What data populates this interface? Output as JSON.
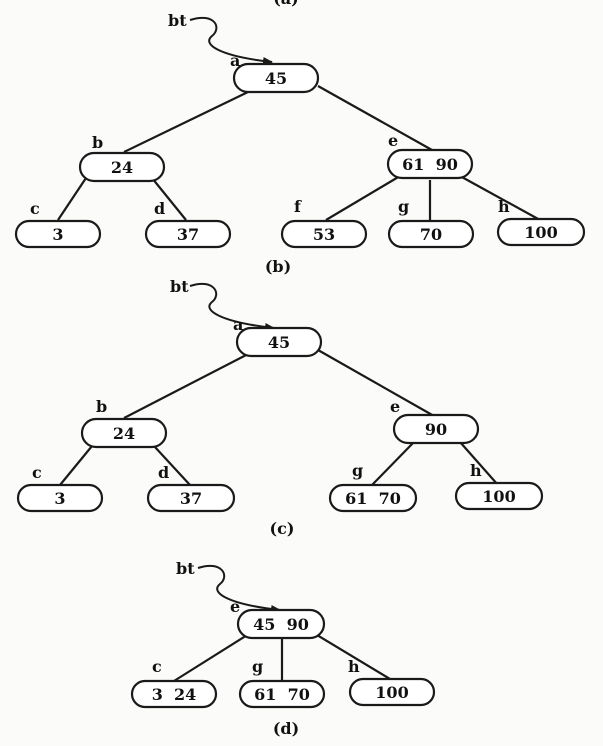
{
  "captions": {
    "a": "(a)",
    "b": "(b)",
    "c": "(c)",
    "d": "(d)"
  },
  "pointer_label": "bt",
  "diagrams": {
    "b": {
      "nodes": {
        "a": {
          "label": "a",
          "keys": "45"
        },
        "b": {
          "label": "b",
          "keys": "24"
        },
        "e": {
          "label": "e",
          "keys": "61  90"
        },
        "c": {
          "label": "c",
          "keys": "3"
        },
        "d": {
          "label": "d",
          "keys": "37"
        },
        "f": {
          "label": "f",
          "keys": "53"
        },
        "g": {
          "label": "g",
          "keys": "70"
        },
        "h": {
          "label": "h",
          "keys": "100"
        }
      }
    },
    "c": {
      "nodes": {
        "a": {
          "label": "a",
          "keys": "45"
        },
        "b": {
          "label": "b",
          "keys": "24"
        },
        "e": {
          "label": "e",
          "keys": "90"
        },
        "c": {
          "label": "c",
          "keys": "3"
        },
        "d": {
          "label": "d",
          "keys": "37"
        },
        "g": {
          "label": "g",
          "keys": "61  70"
        },
        "h": {
          "label": "h",
          "keys": "100"
        }
      }
    },
    "d": {
      "nodes": {
        "e": {
          "label": "e",
          "keys": "45  90"
        },
        "c": {
          "label": "c",
          "keys": "3  24"
        },
        "g": {
          "label": "g",
          "keys": "61  70"
        },
        "h": {
          "label": "h",
          "keys": "100"
        }
      }
    }
  }
}
